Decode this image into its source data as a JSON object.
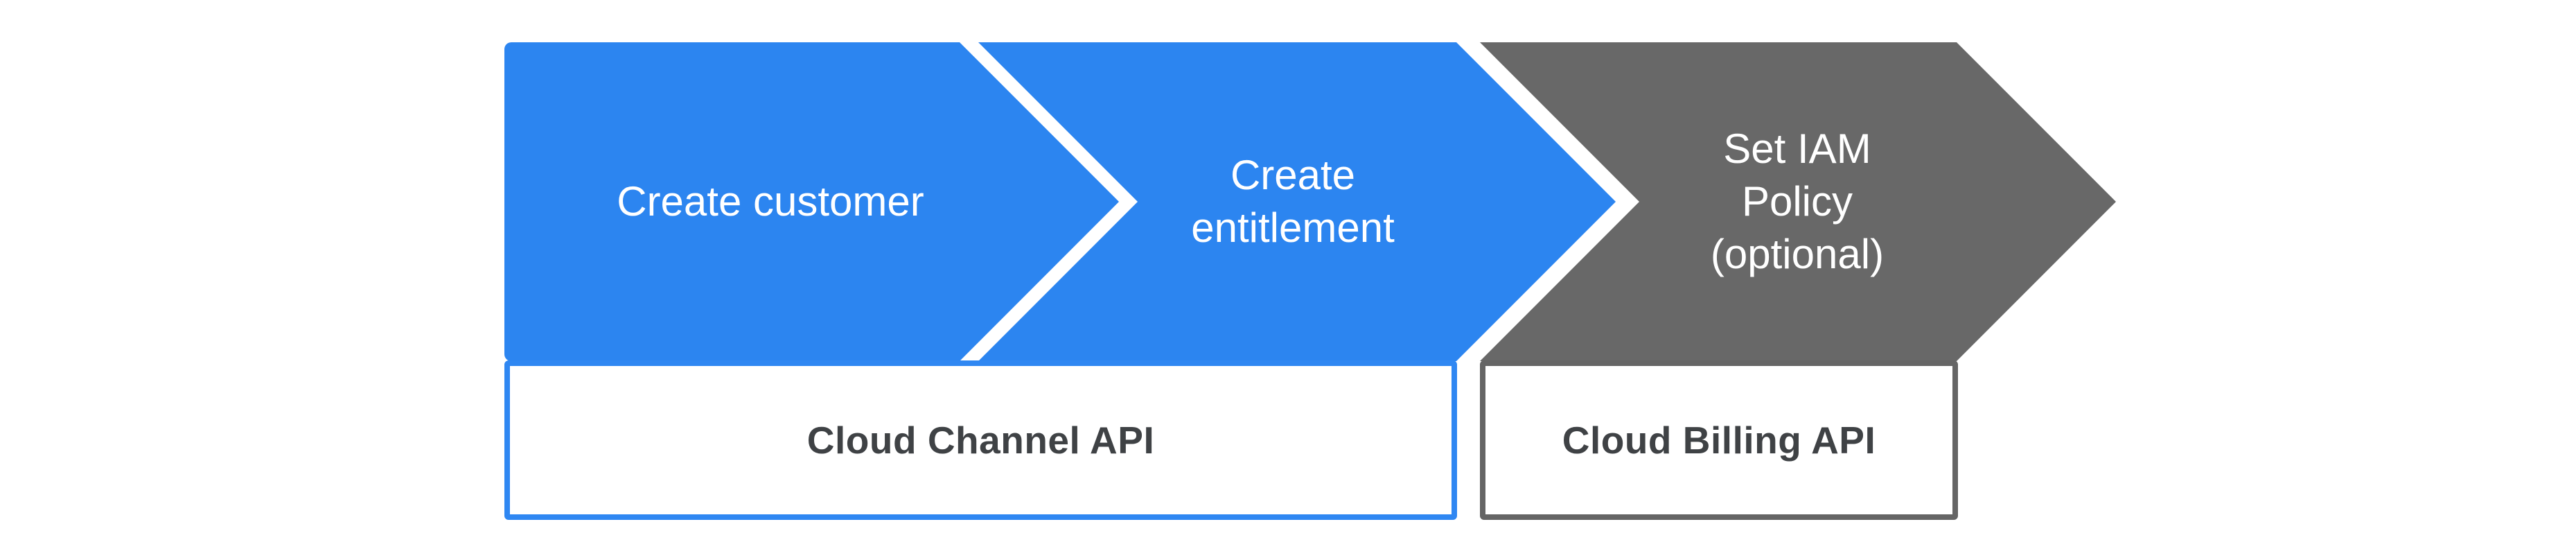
{
  "diagram": {
    "type": "process-flow-chevrons",
    "background_color": "#FFFFFF",
    "steps": [
      {
        "label": "Create customer",
        "fill_color": "#2C85F0",
        "text_color": "#FFFFFF"
      },
      {
        "label": "Create\nentitlement",
        "fill_color": "#2C85F0",
        "text_color": "#FFFFFF"
      },
      {
        "label": "Set IAM\nPolicy\n(optional)",
        "fill_color": "#686868",
        "text_color": "#FFFFFF"
      }
    ],
    "api_boxes": [
      {
        "label": "Cloud Channel API",
        "border_color": "#2F87F2",
        "fill_color": "#FFFFFF",
        "text_color": "#3F4245"
      },
      {
        "label": "Cloud Billing API",
        "border_color": "#656565",
        "fill_color": "#FFFFFF",
        "text_color": "#3F4245"
      }
    ]
  }
}
